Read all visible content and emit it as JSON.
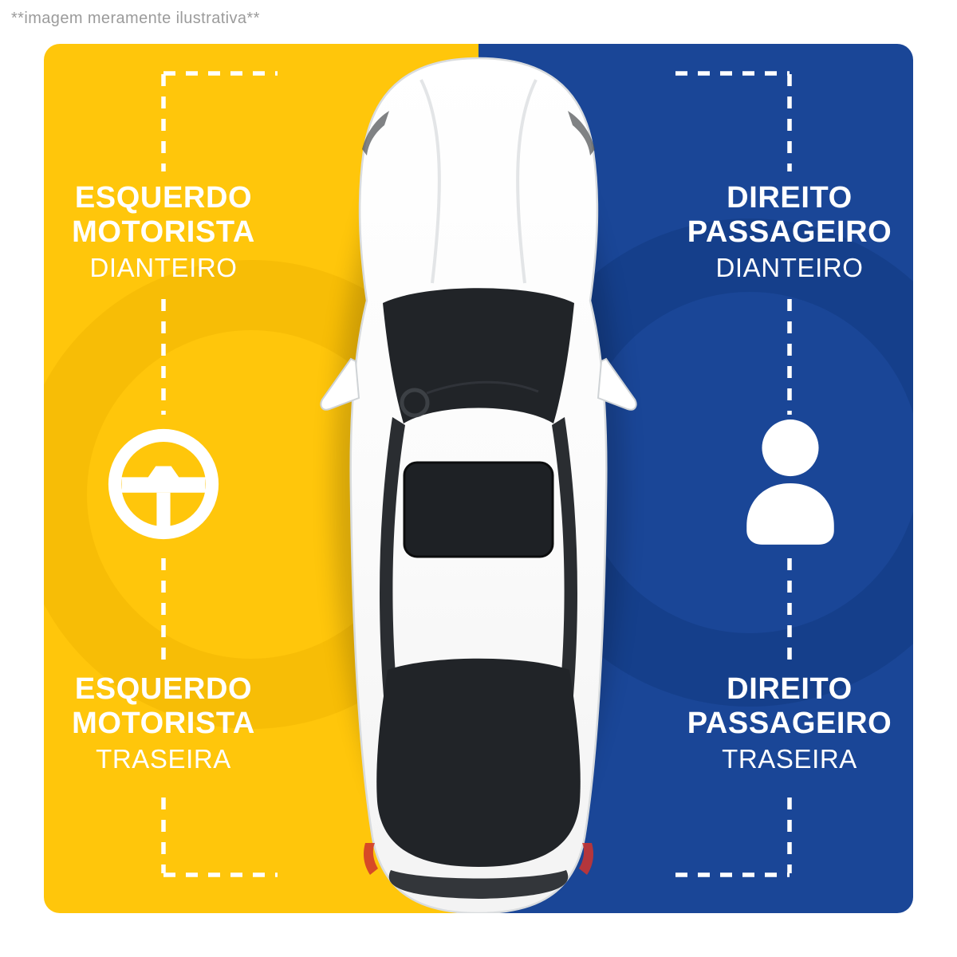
{
  "disclaimer": "**imagem meramente ilustrativa**",
  "colors": {
    "driver_side_yellow": "#FFC60B",
    "passenger_side_blue": "#1A4697",
    "label_text": "#FFFFFF",
    "disclaimer_text": "#9B9B9B"
  },
  "left_panel": {
    "icon": "steering-wheel-icon",
    "front_label": {
      "l1": "ESQUERDO",
      "l2": "MOTORISTA",
      "l3": "DIANTEIRO"
    },
    "rear_label": {
      "l1": "ESQUERDO",
      "l2": "MOTORISTA",
      "l3": "TRASEIRA"
    }
  },
  "right_panel": {
    "icon": "person-icon",
    "front_label": {
      "l1": "DIREITO",
      "l2": "PASSAGEIRO",
      "l3": "DIANTEIRO"
    },
    "rear_label": {
      "l1": "DIREITO",
      "l2": "PASSAGEIRO",
      "l3": "TRASEIRA"
    }
  }
}
